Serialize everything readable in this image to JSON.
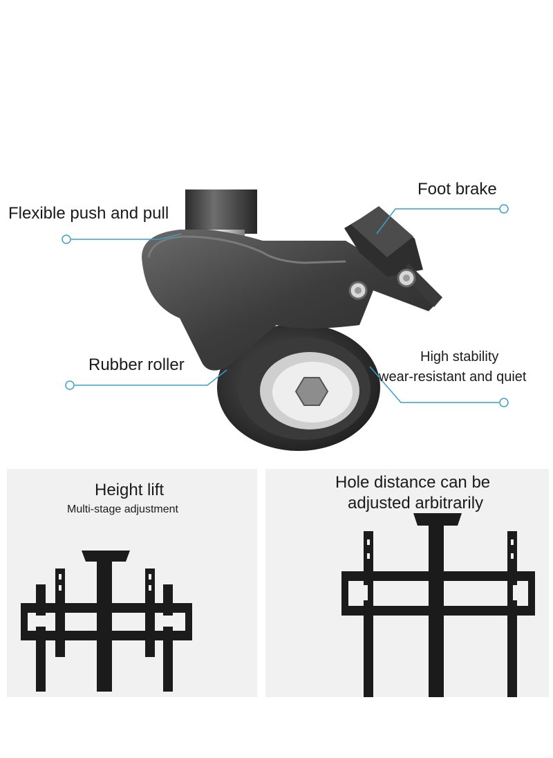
{
  "caster": {
    "labels": {
      "flexible": "Flexible push and pull",
      "foot_brake": "Foot brake",
      "rubber_roller": "Rubber roller",
      "high_stability": "High stability",
      "wear_resistant": "wear-resistant and quiet"
    },
    "callout_color": "#3aa0c8"
  },
  "panels": {
    "left": {
      "title": "Height lift",
      "subtitle": "Multi-stage adjustment"
    },
    "right": {
      "title_line1": "Hole distance can be",
      "title_line2": "adjusted arbitrarily"
    }
  }
}
